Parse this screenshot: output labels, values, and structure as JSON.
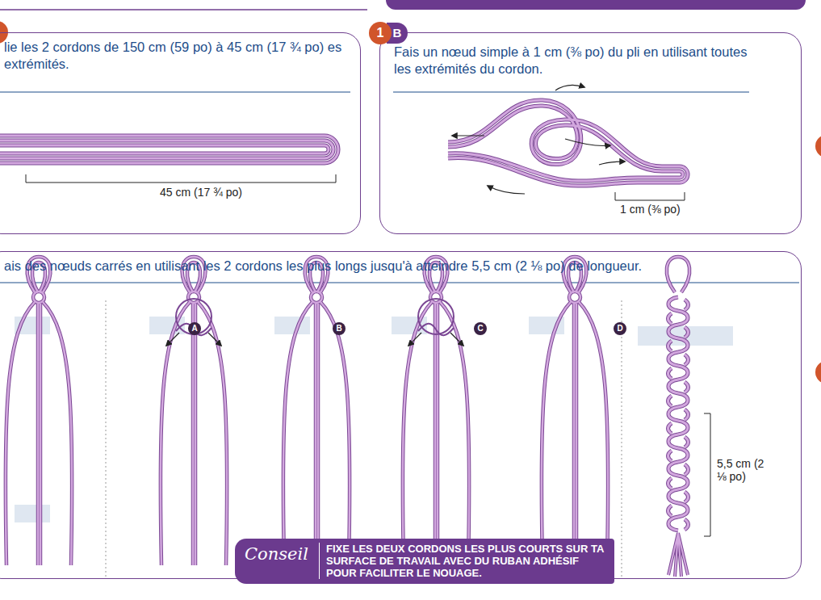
{
  "diagram": {
    "nodes": [
      {
        "text": [
          "lie les 2 cordons de 150 cm (59 po) à 45 cm (17 ¾ po) es extrémités."
        ]
      },
      {
        "text": [
          "Fais un nœud simple à 1 cm (⅜ po) du pli en utilisant toutes les extrémités du cordon."
        ]
      },
      {
        "text": [
          "1",
          "B"
        ],
        "in": 1
      },
      {
        "text": [
          "ais des nœuds carrés en utilisant les 2 cordons les plus longs jusqu'à atteindre 5,5 cm (2 ⅛ po) de longueur."
        ]
      },
      {
        "text": [
          "Conseil",
          "FIXE LES DEUX CORDONS LES PLUS COURTS SUR TA SURFACE DE TRAVAIL AVEC DU RUBAN ADHÉSIF POUR FACILITER LE NOUAGE."
        ],
        "in": 3
      },
      {
        "text": [
          "A"
        ],
        "in": 3
      },
      {
        "text": [
          "B"
        ],
        "in": 3
      },
      {
        "text": [
          "C"
        ],
        "in": 3
      },
      {
        "text": [
          "D"
        ],
        "in": 3
      }
    ],
    "labels": [
      "45 cm (17 ¾ po)",
      "1 cm (⅜ po)",
      "5,5 cm (2 ⅛ po)"
    ]
  }
}
